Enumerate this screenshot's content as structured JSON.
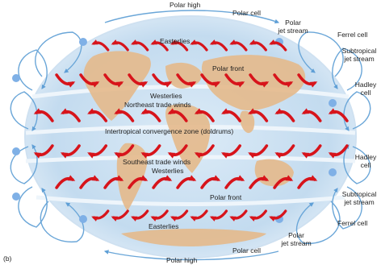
{
  "figure_label": "(b)",
  "labels": {
    "polar_high_top": "Polar high",
    "polar_high_bottom": "Polar high",
    "polar_cell_top": "Polar cell",
    "polar_cell_bottom": "Polar cell",
    "polar_jet_top_l1": "Polar",
    "polar_jet_top_l2": "jet stream",
    "polar_jet_bottom_l1": "Polar",
    "polar_jet_bottom_l2": "jet stream",
    "ferrel_cell_top": "Ferrel cell",
    "ferrel_cell_bottom": "Ferrel cell",
    "subtropical_jet_top_l1": "Subtropical",
    "subtropical_jet_top_l2": "jet stream",
    "subtropical_jet_bottom_l1": "Subtropical",
    "subtropical_jet_bottom_l2": "jet stream",
    "hadley_top_l1": "Hadley",
    "hadley_top_l2": "cell",
    "hadley_bottom_l1": "Hadley",
    "hadley_bottom_l2": "cell",
    "easterlies_top": "Easterlies",
    "easterlies_bottom": "Easterlies",
    "polar_front_top": "Polar front",
    "polar_front_bottom": "Polar front",
    "westerlies_top": "Westerlies",
    "westerlies_bottom": "Westerlies",
    "ne_trade_winds": "Northeast trade winds",
    "se_trade_winds": "Southeast trade winds",
    "itcz": "Intertropical convergence zone (doldrums)"
  },
  "colors": {
    "wind_arrow": "#d7141b",
    "ocean": "#c9dff0",
    "land": "#e4b98b",
    "cell_loop": "#6aa6d8",
    "jet_dot": "#7fb0e6"
  }
}
